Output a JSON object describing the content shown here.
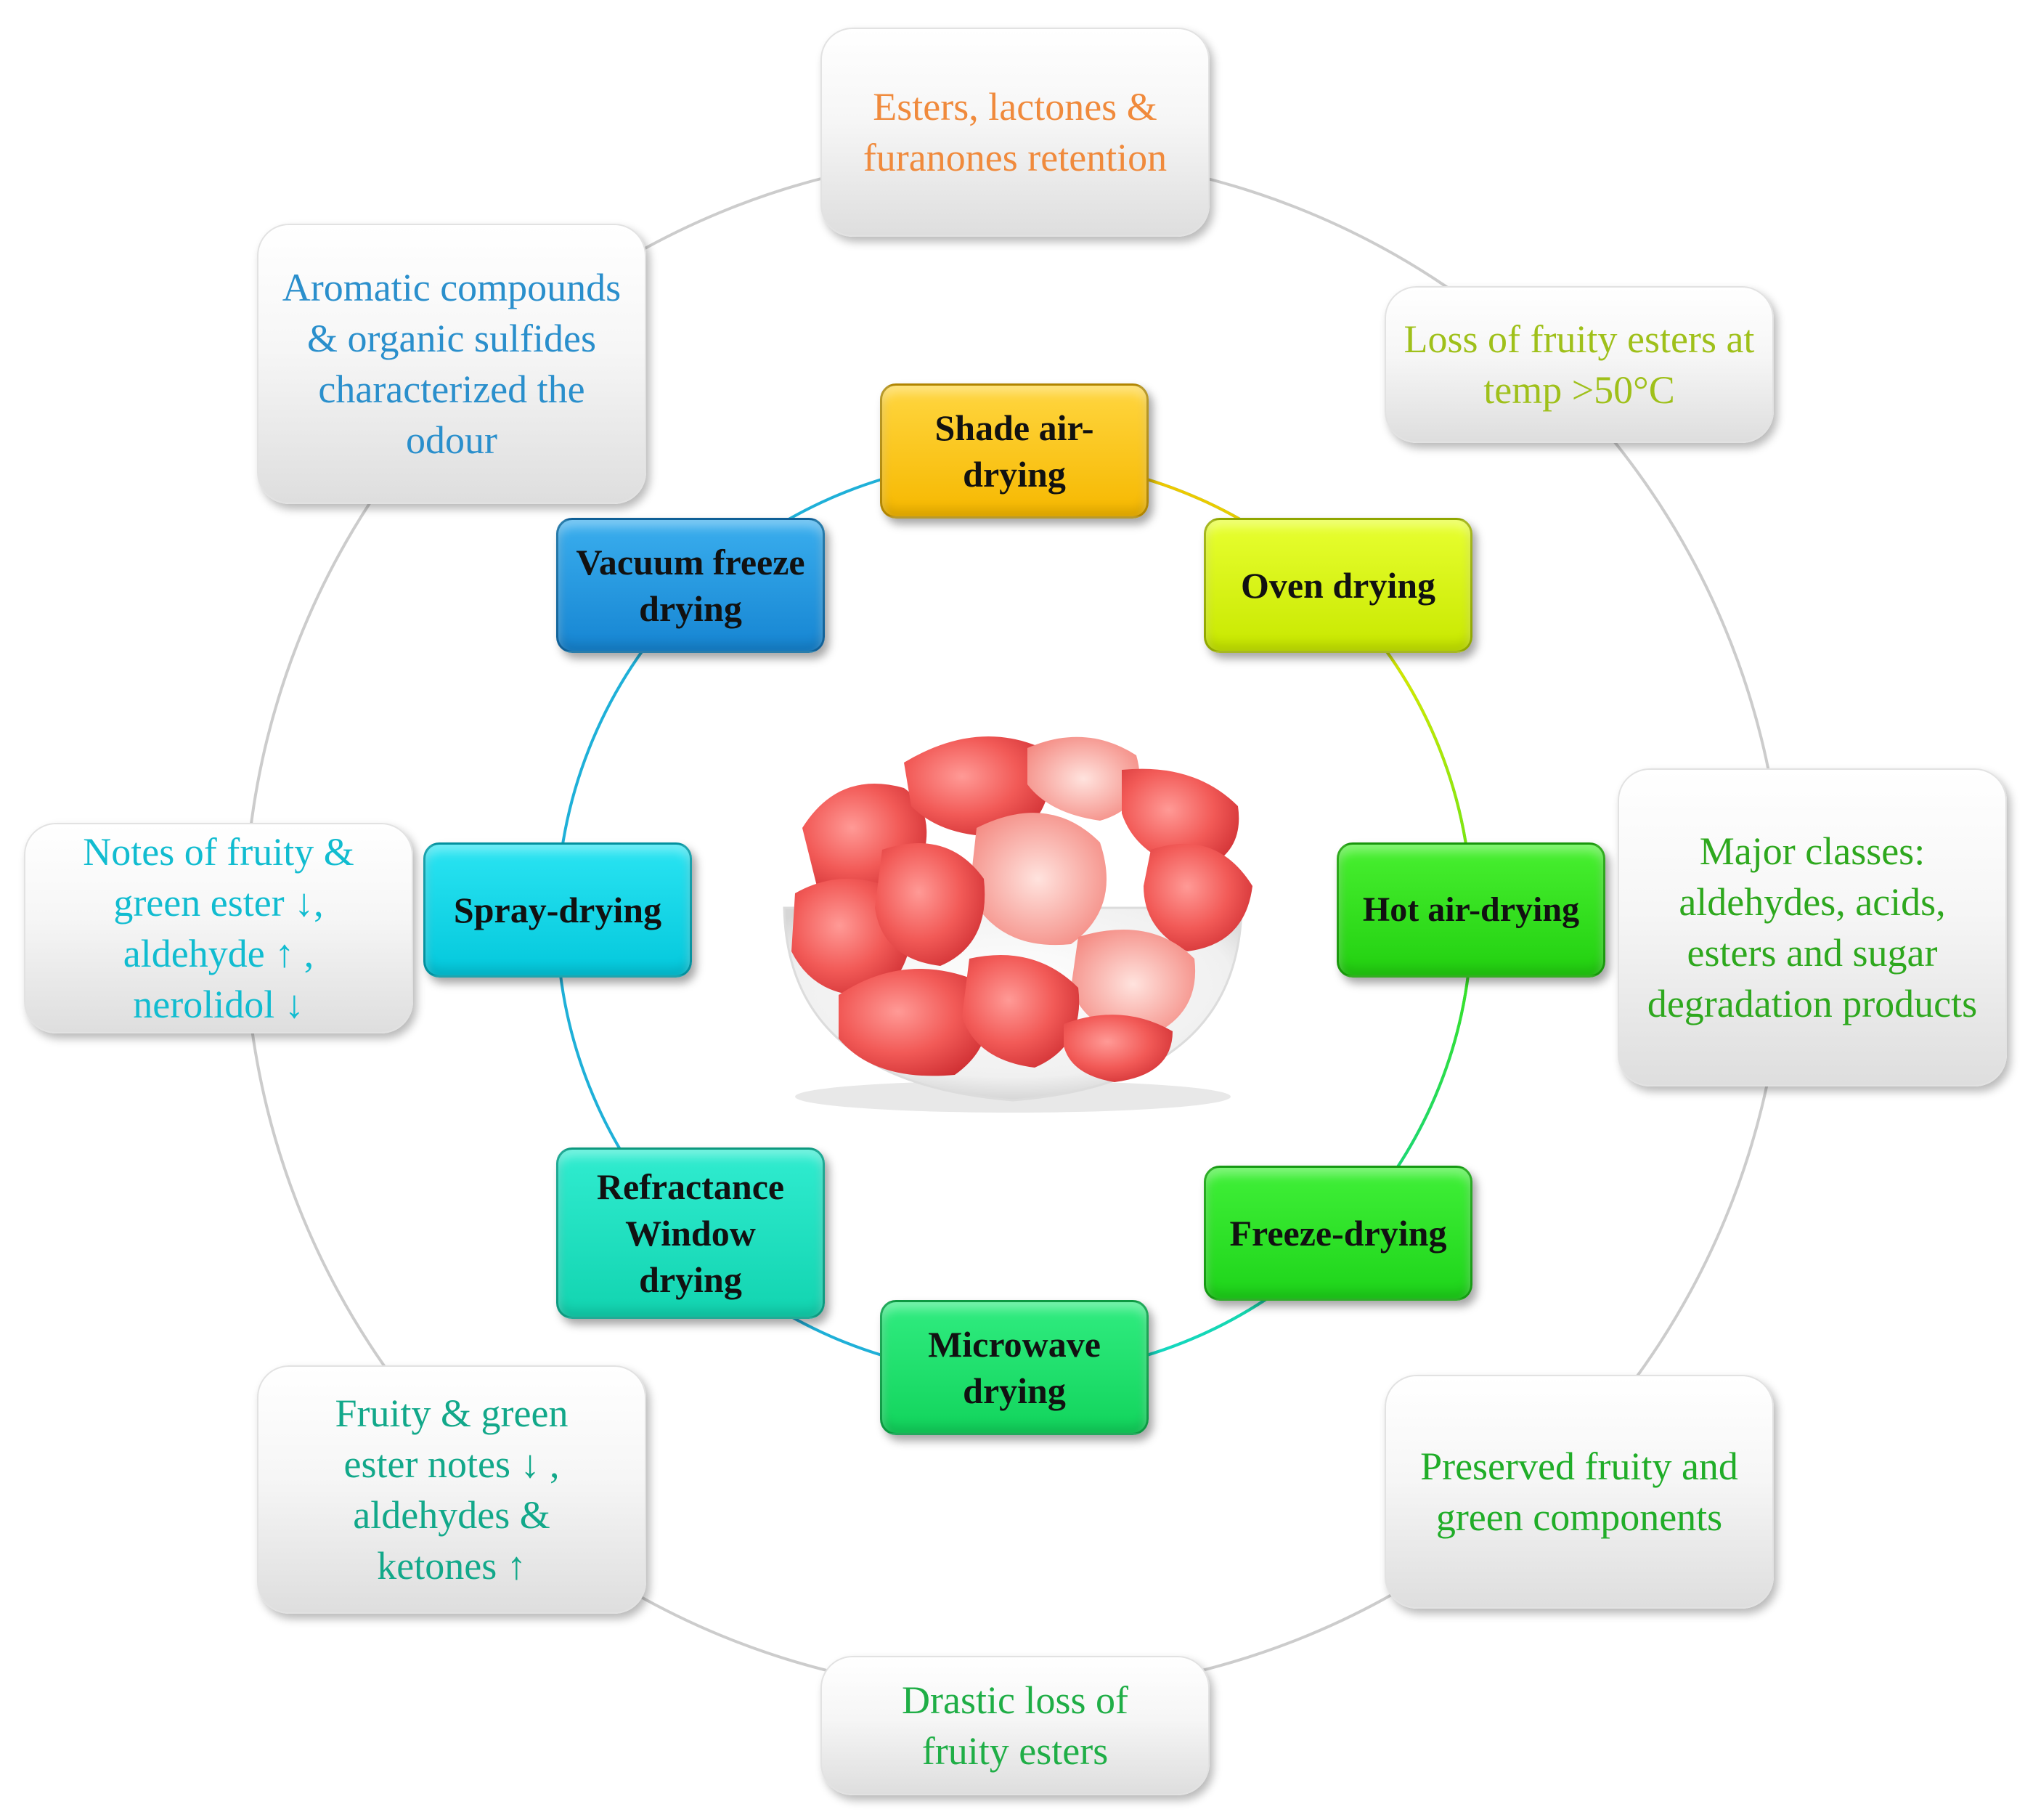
{
  "methods": {
    "shade": {
      "label": "Shade air-drying",
      "color": "#fcc400"
    },
    "oven": {
      "label": "Oven drying",
      "color": "#d9f400"
    },
    "hot_air": {
      "label": "Hot air-drying",
      "color": "#33e01c"
    },
    "freeze": {
      "label": "Freeze-drying",
      "color": "#2ee227"
    },
    "microwave": {
      "label": "Microwave drying",
      "color": "#1ee06e"
    },
    "refractance": {
      "label": "Refractance Window drying",
      "color": "#1ce0be"
    },
    "spray": {
      "label": "Spray-drying",
      "color": "#0ad8e8"
    },
    "vacuum": {
      "label": "Vacuum freeze drying",
      "color": "#1e97e0"
    }
  },
  "effects": {
    "shade": {
      "text": "Esters, lactones & furanones retention",
      "color": "#f08a3c"
    },
    "oven": {
      "text": "Loss of fruity esters at temp >50°C",
      "color": "#9fc01a"
    },
    "hot_air": {
      "text": "Major classes: aldehydes, acids, esters and sugar degradation products",
      "color": "#2ea81e"
    },
    "freeze": {
      "text": "Preserved fruity and green components",
      "color": "#20ad28"
    },
    "microwave": {
      "text": "Drastic loss of fruity esters",
      "color": "#1fae46"
    },
    "refractance": {
      "text": "Fruity & green ester notes ↓ , aldehydes & ketones ↑",
      "color": "#12a88a"
    },
    "spray": {
      "text": "Notes of fruity & green ester ↓, aldehyde ↑ , nerolidol ↓",
      "color": "#11bcd0"
    },
    "vacuum": {
      "text": "Aromatic compounds & organic sulfides characterized the odour",
      "color": "#2a8fcc"
    }
  },
  "ring_colors": {
    "outer": "#cccccc"
  }
}
